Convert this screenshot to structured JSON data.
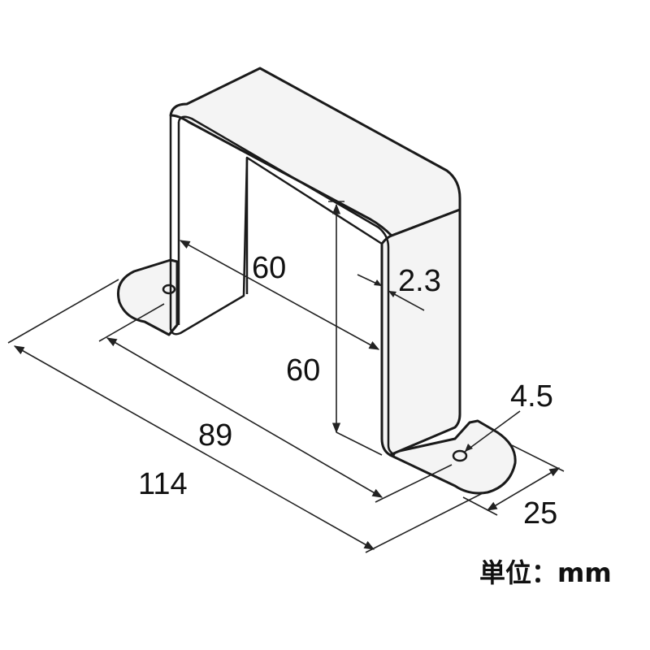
{
  "diagram": {
    "dimensions": {
      "inner_width": "60",
      "inner_height": "60",
      "thickness": "2.3",
      "hole_diameter": "4.5",
      "depth": "25",
      "hole_spacing": "89",
      "overall_length": "114"
    },
    "unit_label": "単位：mm"
  }
}
